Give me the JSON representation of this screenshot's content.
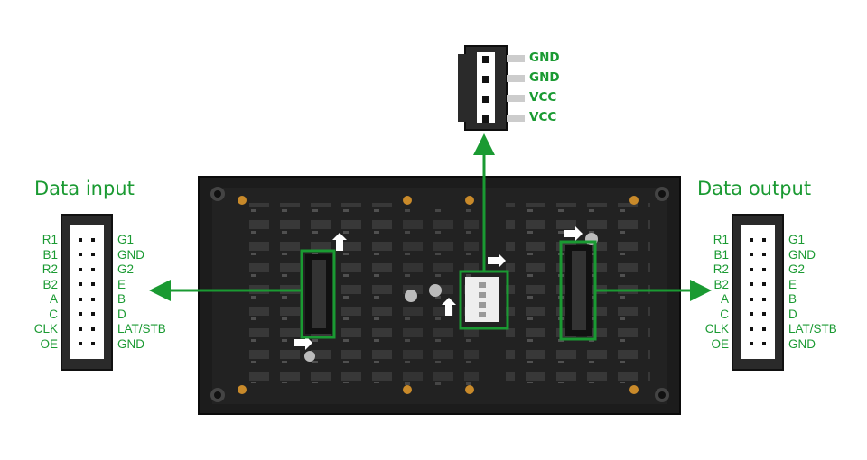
{
  "power_connector": {
    "pins": [
      "GND",
      "GND",
      "VCC",
      "VCC"
    ]
  },
  "data_input": {
    "title": "Data input",
    "left_pins": [
      "R1",
      "B1",
      "R2",
      "B2",
      "A",
      "C",
      "CLK",
      "OE"
    ],
    "right_pins": [
      "G1",
      "GND",
      "G2",
      "E",
      "B",
      "D",
      "LAT/STB",
      "GND"
    ]
  },
  "data_output": {
    "title": "Data output",
    "left_pins": [
      "R1",
      "B1",
      "R2",
      "B2",
      "A",
      "C",
      "CLK",
      "OE"
    ],
    "right_pins": [
      "G1",
      "GND",
      "G2",
      "E",
      "B",
      "D",
      "LAT/STB",
      "GND"
    ]
  },
  "colors": {
    "accent": "#1a9a32",
    "board": "#1c1c1c",
    "connector": "#2a2a2a"
  }
}
